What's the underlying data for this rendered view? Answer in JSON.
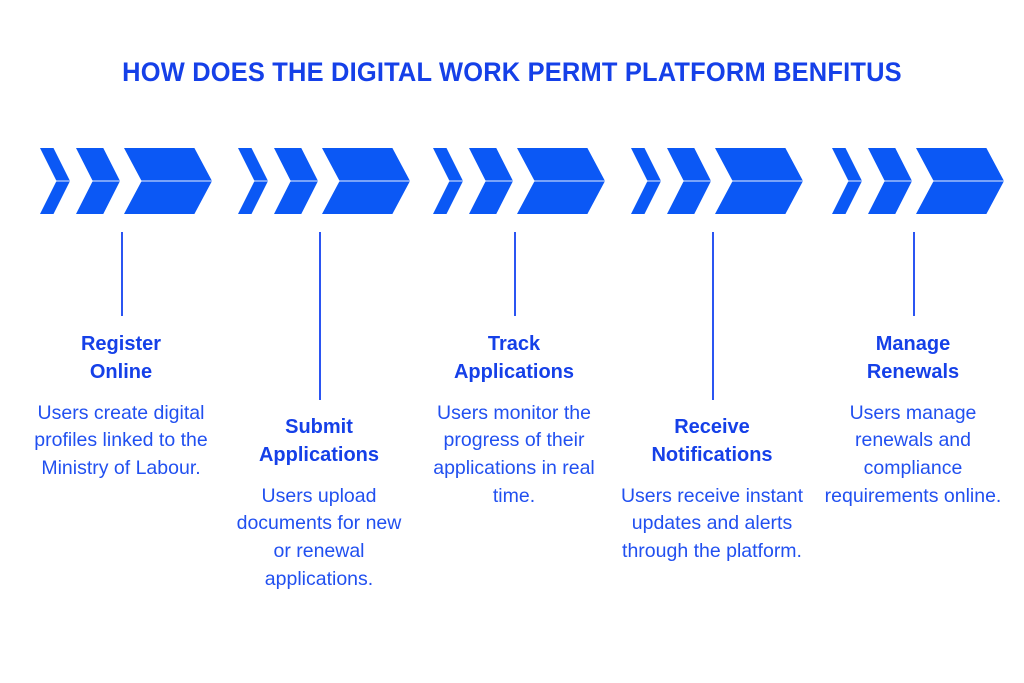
{
  "title": "HOW DOES THE DIGITAL WORK PERMT PLATFORM BENFITUS",
  "colors": {
    "background": "#ffffff",
    "arrow_blue": "#0b58f5",
    "heading_blue": "#1540e8",
    "body_blue": "#2150f0",
    "connector_blue": "#2b55f2"
  },
  "steps": [
    {
      "heading": "Register\nOnline",
      "body": "Users create digital profiles linked to the Ministry of Labour.",
      "arrow_icon": "triple-chevron-right-icon",
      "connector": "connector-line"
    },
    {
      "heading": "Submit\nApplications",
      "body": "Users upload documents for new or renewal applications.",
      "arrow_icon": "triple-chevron-right-icon",
      "connector": "connector-line"
    },
    {
      "heading": "Track\nApplications",
      "body": "Users monitor the progress of their applications in real time.",
      "arrow_icon": "triple-chevron-right-icon",
      "connector": "connector-line"
    },
    {
      "heading": "Receive\nNotifications",
      "body": "Users receive instant updates and alerts through the platform.",
      "arrow_icon": "triple-chevron-right-icon",
      "connector": "connector-line"
    },
    {
      "heading": "Manage\nRenewals",
      "body": "Users manage renewals and compliance requirements online.",
      "arrow_icon": "triple-chevron-right-icon",
      "connector": "connector-line"
    }
  ]
}
